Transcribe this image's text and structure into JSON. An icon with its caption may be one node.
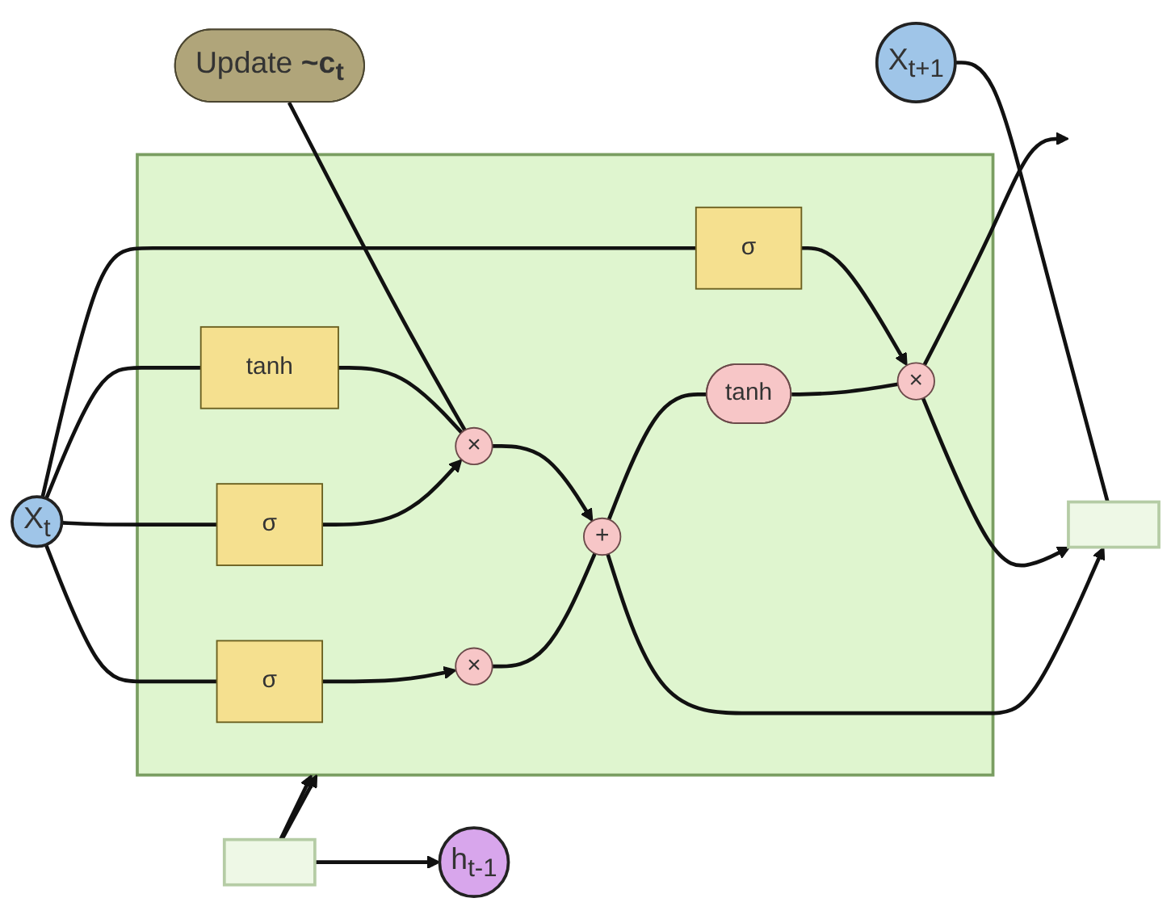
{
  "diagram": {
    "nodes": [
      {
        "text": [
          "h$_{t-1}$"
        ]
      },
      {
        "text": [],
        "shape": "box"
      },
      {
        "text": [],
        "shape": "box"
      },
      {
        "text": [],
        "shape": "box"
      },
      {
        "text": [
          "×"
        ],
        "in": 2
      },
      {
        "text": [
          "+"
        ],
        "in": 2
      },
      {
        "text": [
          "σ"
        ],
        "in": 2
      },
      {
        "text": [
          "σ"
        ],
        "in": 2
      },
      {
        "text": [
          "tanh"
        ],
        "in": 2
      },
      {
        "text": [
          "×"
        ],
        "in": 2
      },
      {
        "text": [
          "σ"
        ],
        "in": 2
      },
      {
        "text": [
          "tanh"
        ],
        "in": 2
      },
      {
        "text": [
          "×"
        ],
        "in": 2
      },
      {
        "text": [
          "X$_{t}$"
        ]
      },
      {
        "text": [
          "X$_{t+1}$"
        ]
      },
      {
        "text": [
          "Update **~c$_{t}$**"
        ]
      }
    ],
    "edges": [
      {
        "from": 1,
        "to": 0,
        "arrow": "to"
      },
      {
        "from": 1,
        "to": 2,
        "arrow": "to"
      },
      {
        "from": 1,
        "to": 2,
        "arrow": "to"
      },
      {
        "from": 4,
        "to": 5,
        "arrow": "none"
      },
      {
        "from": 13,
        "to": 6,
        "arrow": "none"
      },
      {
        "from": 13,
        "to": 7,
        "arrow": "none"
      },
      {
        "from": 13,
        "to": 8,
        "arrow": "none"
      },
      {
        "from": 13,
        "to": 10,
        "arrow": "none"
      },
      {
        "from": 6,
        "to": 4,
        "arrow": "to"
      },
      {
        "from": 7,
        "to": 9,
        "arrow": "to"
      },
      {
        "from": 8,
        "to": 9,
        "arrow": "none"
      },
      {
        "from": 9,
        "to": 5,
        "arrow": "to"
      },
      {
        "from": 5,
        "to": 11,
        "arrow": "none"
      },
      {
        "from": 11,
        "to": 12,
        "arrow": "none"
      },
      {
        "from": 10,
        "to": 12,
        "arrow": "to"
      },
      {
        "from": 5,
        "to": 3,
        "arrow": "to"
      },
      {
        "from": 12,
        "to": 3,
        "arrow": "to"
      },
      {
        "from": 12,
        "to": null,
        "arrow": "to"
      },
      {
        "from": 14,
        "to": 3,
        "arrow": "none"
      },
      {
        "from": 15,
        "to": 9,
        "arrow": "none"
      }
    ]
  }
}
